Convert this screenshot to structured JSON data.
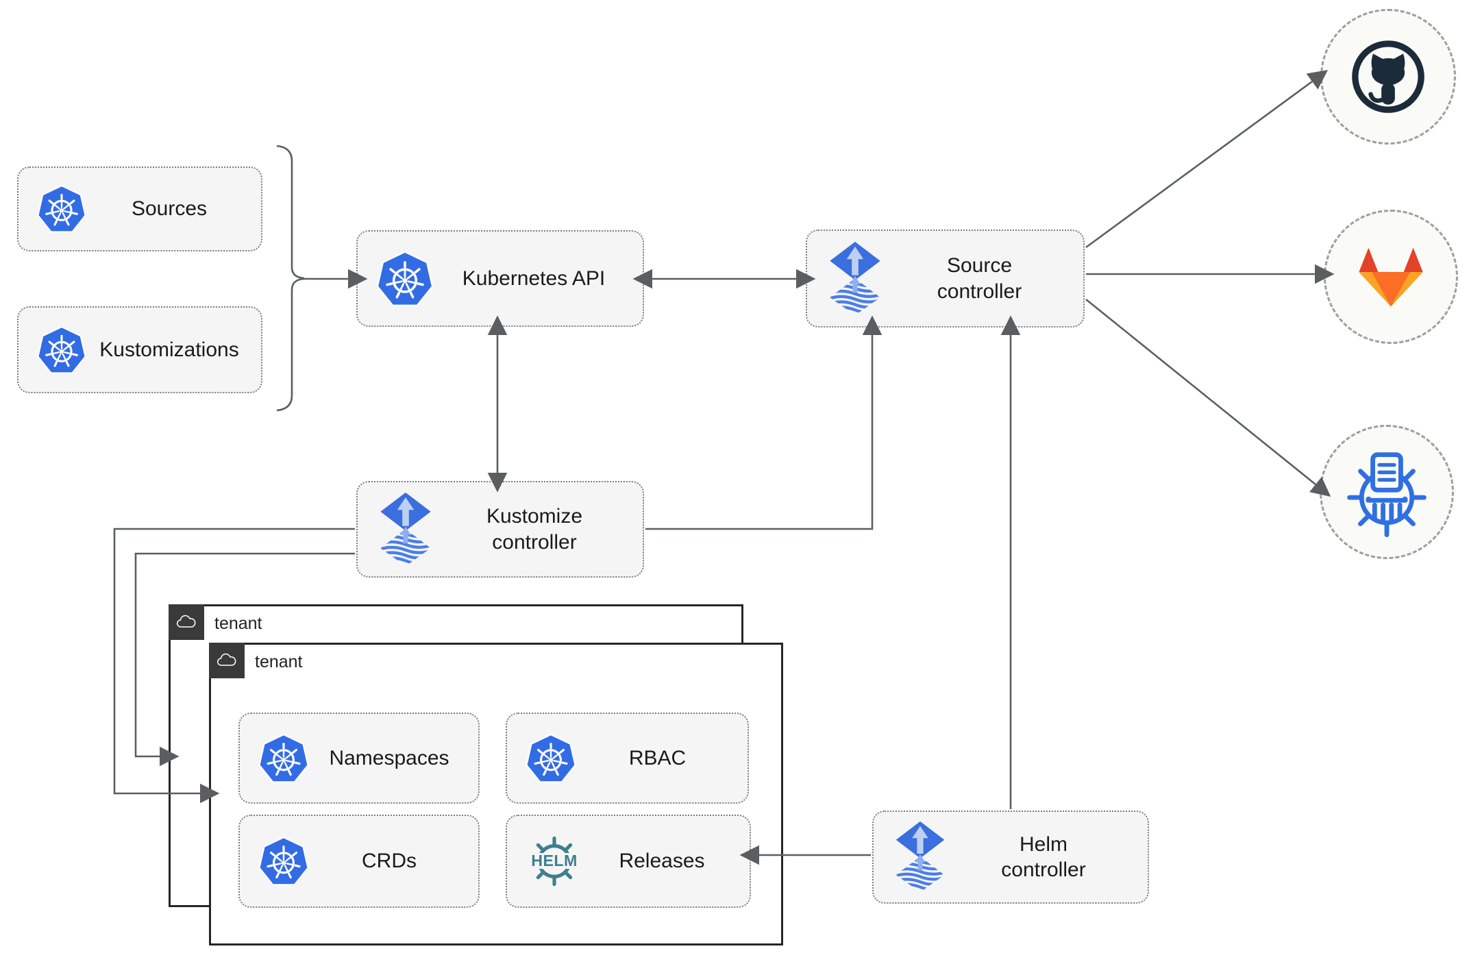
{
  "diagram": {
    "nodes": {
      "sources": {
        "label": "Sources",
        "icon": "kubernetes"
      },
      "kustomizations": {
        "label": "Kustomizations",
        "icon": "kubernetes"
      },
      "kubernetes_api": {
        "label": "Kubernetes API",
        "icon": "kubernetes"
      },
      "source_controller": {
        "label": "Source\ncontroller",
        "icon": "flux"
      },
      "kustomize_controller": {
        "label": "Kustomize\ncontroller",
        "icon": "flux"
      },
      "helm_controller": {
        "label": "Helm\ncontroller",
        "icon": "flux"
      },
      "namespaces": {
        "label": "Namespaces",
        "icon": "kubernetes"
      },
      "rbac": {
        "label": "RBAC",
        "icon": "kubernetes"
      },
      "crds": {
        "label": "CRDs",
        "icon": "kubernetes"
      },
      "releases": {
        "label": "Releases",
        "icon": "helm-wheel"
      }
    },
    "tenants": {
      "back": {
        "label": "tenant",
        "icon": "cloud"
      },
      "front": {
        "label": "tenant",
        "icon": "cloud"
      }
    },
    "endpoints": {
      "github": {
        "icon": "github"
      },
      "gitlab": {
        "icon": "gitlab"
      },
      "helm_repository": {
        "icon": "helm-repository"
      }
    },
    "icons": {
      "helm_text": "HELM"
    },
    "connections": [
      {
        "from": "sources+kustomizations",
        "to": "kubernetes_api",
        "style": "bracket-arrow"
      },
      {
        "from": "kubernetes_api",
        "to": "source_controller",
        "style": "double-arrow"
      },
      {
        "from": "kubernetes_api",
        "to": "kustomize_controller",
        "style": "double-arrow"
      },
      {
        "from": "kustomize_controller",
        "to": "source_controller",
        "style": "arrow"
      },
      {
        "from": "helm_controller",
        "to": "source_controller",
        "style": "arrow"
      },
      {
        "from": "helm_controller",
        "to": "releases",
        "style": "arrow"
      },
      {
        "from": "kustomize_controller",
        "to": "tenant_front",
        "style": "arrow"
      },
      {
        "from": "kustomize_controller",
        "to": "tenant_back",
        "style": "arrow"
      },
      {
        "from": "source_controller",
        "to": "github",
        "style": "arrow"
      },
      {
        "from": "source_controller",
        "to": "gitlab",
        "style": "arrow"
      },
      {
        "from": "source_controller",
        "to": "helm_repository",
        "style": "arrow"
      }
    ],
    "colors": {
      "kubernetes_blue": "#326CE5",
      "flux_blue": "#3B6EDE",
      "flux_light_blue": "#BDD0F4",
      "helm_teal": "#3E7F8E",
      "github_dark": "#1B2B3A",
      "gitlab_red": "#E24329",
      "gitlab_orange": "#FC6D26",
      "gitlab_amber": "#FCA326",
      "registry_blue": "#2F6FE4",
      "line_gray": "#5b5e61",
      "node_fill": "#f5f5f6",
      "tenant_border": "#262626",
      "tenant_header": "#3a3a3a"
    }
  }
}
